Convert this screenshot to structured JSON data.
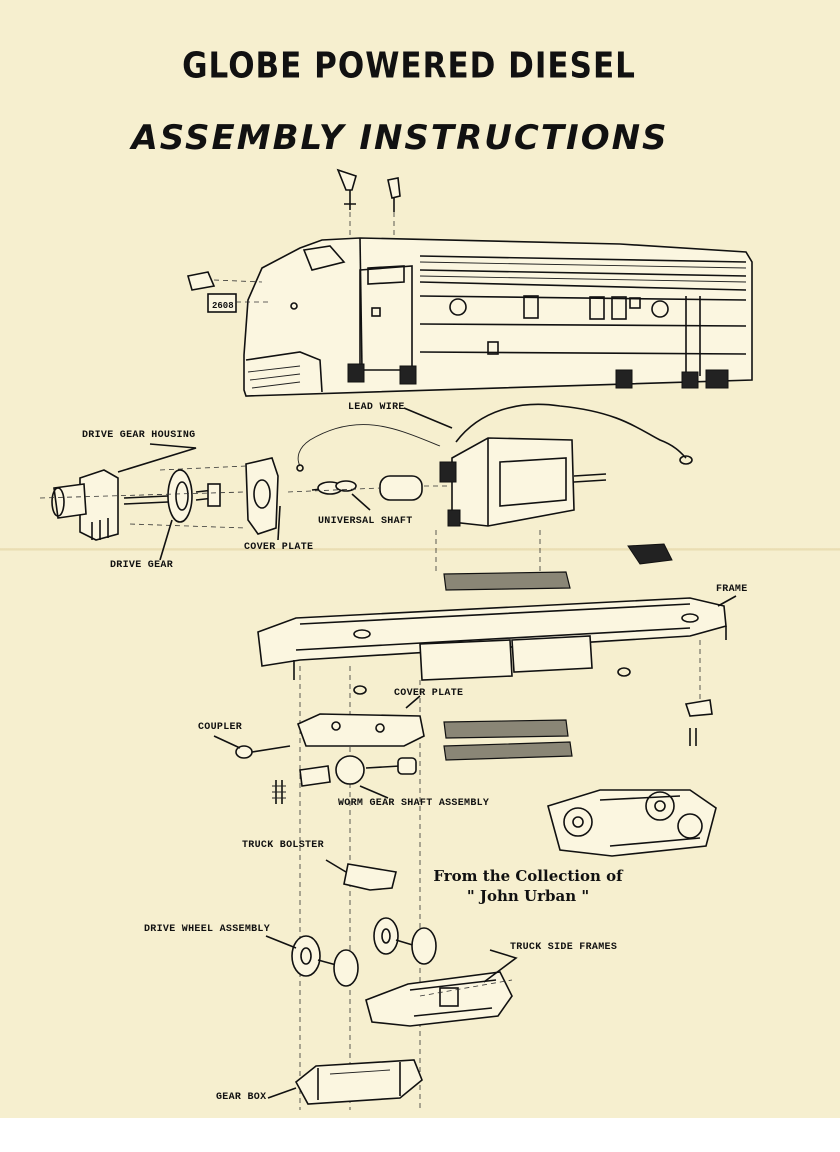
{
  "header": {
    "title": "GLOBE POWERED DIESEL",
    "subtitle": "ASSEMBLY INSTRUCTIONS"
  },
  "labels": {
    "lead_wire": "LEAD WIRE",
    "drive_gear_housing": "DRIVE GEAR HOUSING",
    "universal_shaft": "UNIVERSAL SHAFT",
    "cover_plate_top": "COVER PLATE",
    "drive_gear": "DRIVE GEAR",
    "frame": "FRAME",
    "cover_plate_truck": "COVER PLATE",
    "coupler": "COUPLER",
    "worm_gear_shaft_assembly": "WORM GEAR SHAFT ASSEMBLY",
    "truck_bolster": "TRUCK BOLSTER",
    "drive_wheel_assembly": "DRIVE WHEEL ASSEMBLY",
    "truck_side_frames": "TRUCK SIDE FRAMES",
    "gear_box": "GEAR BOX"
  },
  "credit": {
    "line1": "From the Collection of",
    "line2": "\" John Urban \""
  },
  "locomotive": {
    "number_plate": "2608"
  }
}
